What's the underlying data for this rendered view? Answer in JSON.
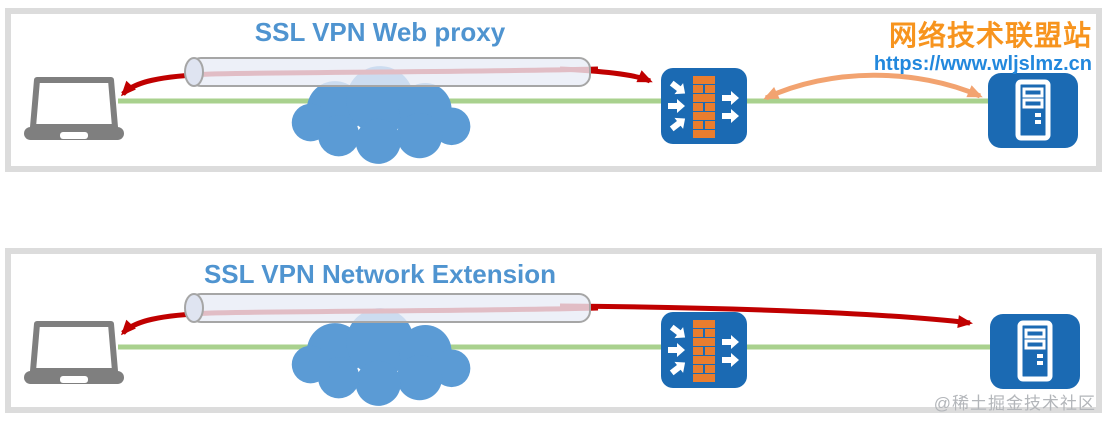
{
  "panels": [
    {
      "title": "SSL VPN Web proxy"
    },
    {
      "title": "SSL VPN Network Extension"
    }
  ],
  "brand": {
    "site_name": "网络技术联盟站",
    "site_url": "https://www.wljslmz.cn"
  },
  "watermark": "@稀土掘金技术社区",
  "icons": {
    "laptop": "laptop-icon",
    "cloud": "internet-cloud-icon",
    "firewall": "firewall-icon",
    "server": "server-icon",
    "tunnel": "vpn-tunnel-pipe",
    "red_arrow": "ssl-tunnel-traffic-arrow",
    "orange_arrow": "proxied-traffic-arrow"
  },
  "colors": {
    "title_blue": "#4F94D0",
    "cloud_blue": "#5B9BD5",
    "node_blue": "#1B6AB3",
    "brick_orange": "#E97D2E",
    "link_green": "#A9D18E",
    "tunnel_red": "#C00000",
    "proxy_arrow_orange": "#F2A370",
    "brand_orange": "#F7941E",
    "url_blue": "#2288DD",
    "panel_border": "#DCDCDC"
  }
}
